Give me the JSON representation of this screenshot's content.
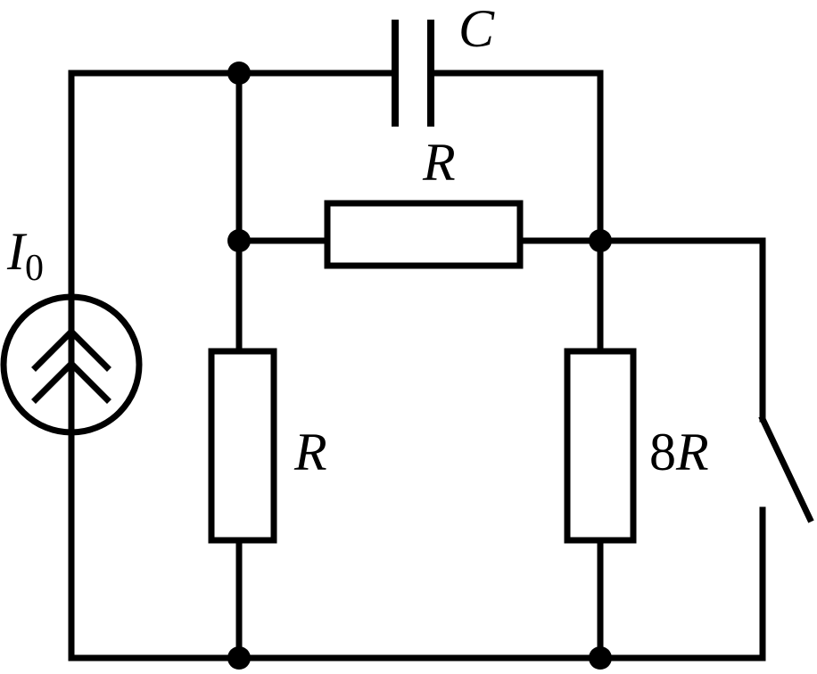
{
  "labels": {
    "source": {
      "main": "I",
      "sub": "0"
    },
    "capacitor": "C",
    "resistor_top": "R",
    "resistor_left": "R",
    "resistor_right": {
      "coef": "8",
      "sym": "R"
    }
  }
}
